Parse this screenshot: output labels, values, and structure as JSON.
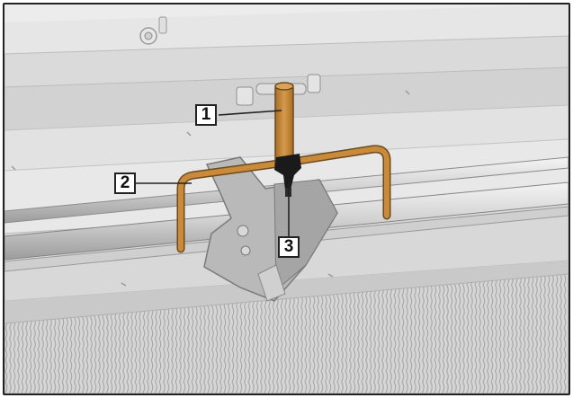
{
  "figure": {
    "callouts": [
      {
        "label": "1",
        "part": "handle"
      },
      {
        "label": "2",
        "part": "frame"
      },
      {
        "label": "3",
        "part": "clamp"
      }
    ],
    "colors": {
      "background": "#ececec",
      "machine_body": "#dcdcdc",
      "machine_shade": "#c4c4c4",
      "tool_orange": "#c98a3a",
      "tool_outline": "#6b4a1d",
      "clamp_black": "#1a1a1a",
      "border": "#222222"
    }
  }
}
